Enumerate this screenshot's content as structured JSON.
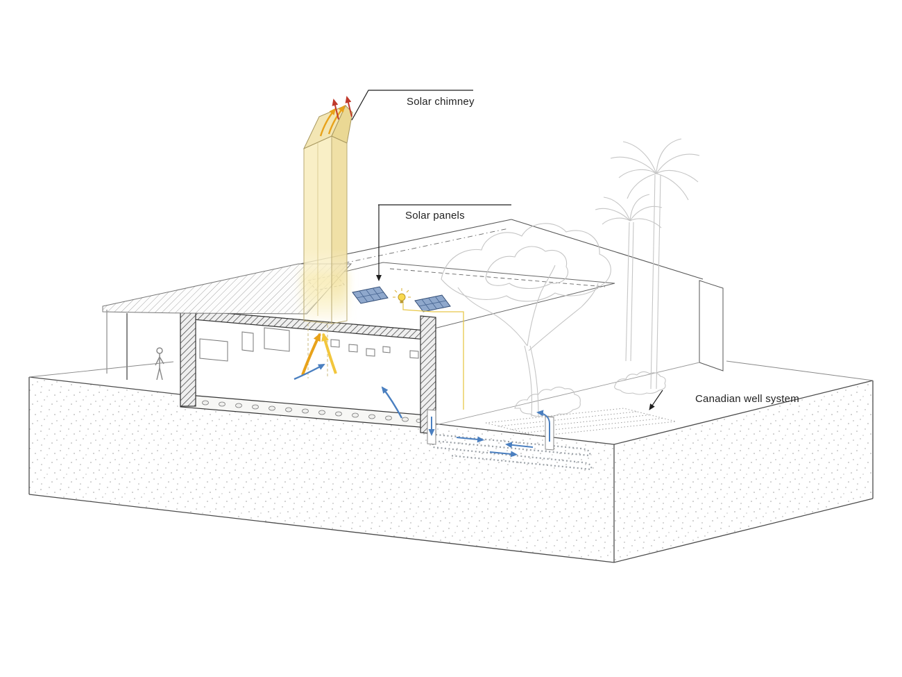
{
  "diagram": {
    "type": "architectural-axonometric-section",
    "background": "#ffffff",
    "labels": [
      {
        "id": "solar_chimney",
        "text": "Solar chimney"
      },
      {
        "id": "solar_panels",
        "text": "Solar panels"
      },
      {
        "id": "canadian_well",
        "text": "Canadian well system"
      }
    ],
    "colors": {
      "line": "#4a4a4a",
      "chimney_fill": "#f9efc6",
      "chimney_side": "#f0e0a6",
      "glow": "#f8e9a0",
      "solar_panel": "#8fa8cc",
      "panel_grid": "#44628f",
      "hot_air_arrow": "#e8a21a",
      "warm_air_arrow": "#f2c63c",
      "cool_air_arrow": "#4a7fc0",
      "exhaust_arrow": "#c0392b",
      "tree": "#c5c5c5",
      "conduit": "#e8c84a",
      "ground_dots": "#8a8a8a"
    }
  }
}
